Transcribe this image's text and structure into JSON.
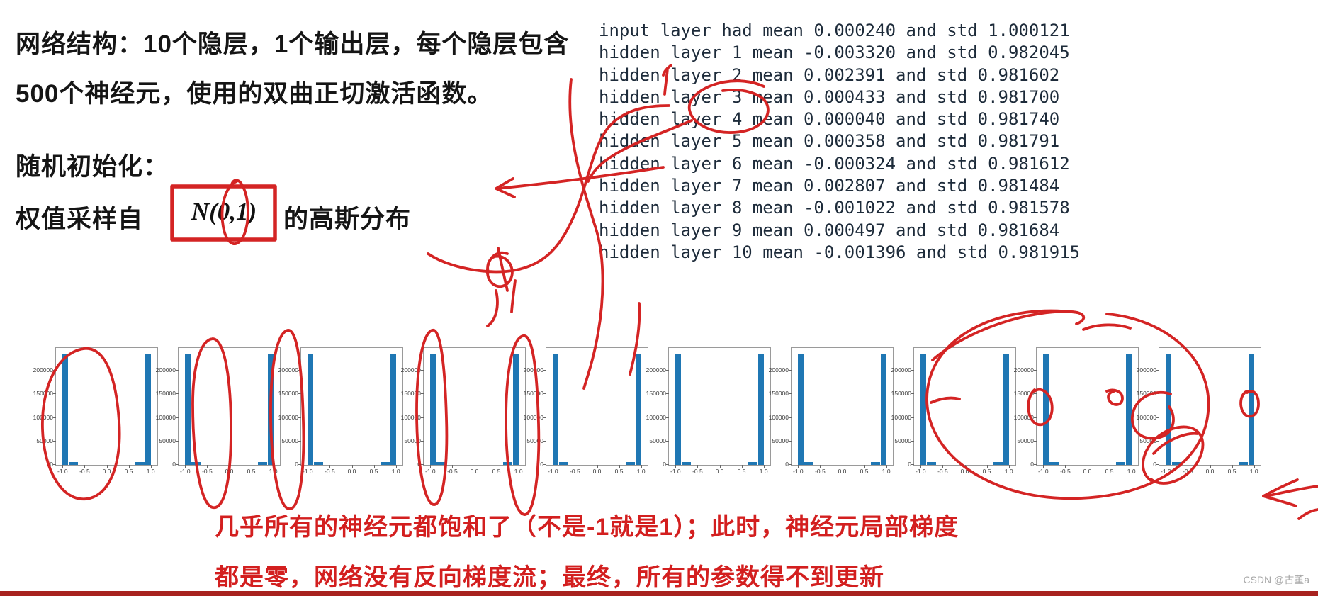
{
  "heading": {
    "line1": "网络结构：10个隐层，1个输出层，每个隐层包含",
    "line2": "500个神经元，使用的双曲正切激活函数。",
    "line3": "随机初始化：",
    "line4_prefix": "权值采样自",
    "formula": "N(0,1)",
    "line4_suffix": "的高斯分布"
  },
  "console": {
    "lines": [
      "input layer had mean 0.000240 and std 1.000121",
      "hidden layer 1 mean -0.003320 and std 0.982045",
      "hidden layer 2 mean 0.002391 and std 0.981602",
      "hidden layer 3 mean 0.000433 and std 0.981700",
      "hidden layer 4 mean 0.000040 and std 0.981740",
      "hidden layer 5 mean 0.000358 and std 0.981791",
      "hidden layer 6 mean -0.000324 and std 0.981612",
      "hidden layer 7 mean 0.002807 and std 0.981484",
      "hidden layer 8 mean -0.001022 and std 0.981578",
      "hidden layer 9 mean 0.000497 and std 0.981684",
      "hidden layer 10 mean -0.001396 and std 0.981915"
    ]
  },
  "chart_data": {
    "type": "bar",
    "subtype": "histogram-grid",
    "panel_count": 10,
    "note": "tanh activation distribution per hidden layer; nearly all activations saturated at -1 or +1, identical shape repeated for all 10 hidden layers",
    "xticks": [
      "-1.0",
      "-0.5",
      "0.0",
      "0.5",
      "1.0"
    ],
    "yticks": [
      "0",
      "50000",
      "100000",
      "150000",
      "200000"
    ],
    "xlim": [
      -1.15,
      1.15
    ],
    "ylim": [
      0,
      240000
    ],
    "bars": [
      {
        "x": -1.0,
        "count": 235000
      },
      {
        "x": -0.9,
        "count": 6000
      },
      {
        "x": 0.9,
        "count": 6000
      },
      {
        "x": 1.0,
        "count": 235000
      }
    ],
    "layout": {
      "first_left": 78,
      "pitch": 173
    }
  },
  "caption": {
    "line1": "几乎所有的神经元都饱和了（不是-1就是1）；此时，神经元局部梯度",
    "line2": "都是零，网络没有反向梯度流；最终，所有的参数得不到更新"
  },
  "watermark": {
    "text": "CSDN @古董a"
  },
  "colors": {
    "annotation_red": "#d42424",
    "caption_red": "#d31f1f",
    "bar_blue": "#1f77b4",
    "console_text": "#1d2b3a",
    "bottom_bar_red": "#a8221f",
    "watermark_gray": "#a8a8a8"
  },
  "annotations": {
    "items": [
      "red box around N(0,1) with circle on the 1",
      "hand-drawn tanh curve with axes and left arrow",
      "circle around word hidden in layer-2 line",
      "circle around saturation scribble near curve bottom",
      "vertical ovals circling saturated bars of histograms",
      "large circle over last histograms with small circles",
      "underline arc below hidden layer 10 line",
      "left-pointing arrow at right edge"
    ]
  }
}
